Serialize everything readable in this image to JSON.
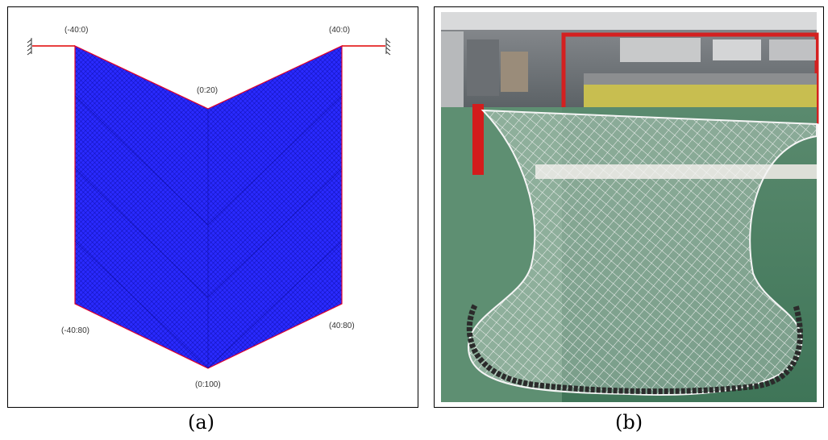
{
  "panel_a": {
    "labels": {
      "left_top": "(-40:0)",
      "right_top": "(40:0)",
      "center_top": "(0:20)",
      "left_bottom": "(-40:80)",
      "right_bottom": "(40:80)",
      "center_bottom": "(0:100)"
    },
    "colors": {
      "mesh": "#1a1aff",
      "mesh_dark": "#0000aa",
      "edge": "#e0002a",
      "anchor_line": "#e00000"
    },
    "caption": "(a)"
  },
  "panel_b": {
    "description_icon": "net-photo",
    "caption": "(b)"
  }
}
